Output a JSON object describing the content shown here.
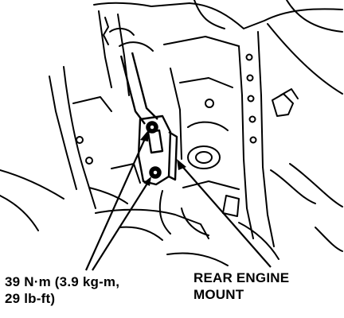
{
  "labels": {
    "torque_line1": "39 N·m (3.9 kg-m,",
    "torque_line2": "29 lb-ft)",
    "mount_line1": "REAR ENGINE",
    "mount_line2": "MOUNT"
  },
  "colors": {
    "ink": "#000000",
    "paper": "#ffffff"
  },
  "callouts": {
    "torque_bolts": 2
  }
}
